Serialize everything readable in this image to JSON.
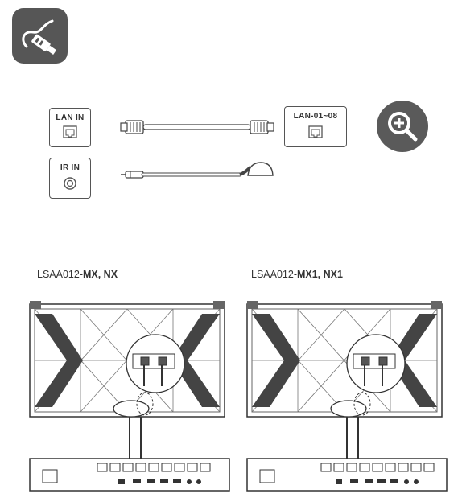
{
  "ports": {
    "lan_in": "LAN IN",
    "lan_out": "LAN-01~08",
    "ir_in": "IR IN"
  },
  "icons": {
    "badge": "cable-icon",
    "zoom": "zoom-in-icon"
  },
  "models": [
    {
      "prefix": "LSAA012-",
      "suffix": "MX, NX"
    },
    {
      "prefix": "LSAA012-",
      "suffix": "MX1, NX1"
    }
  ],
  "colors": {
    "badge": "#565656",
    "zoom_button": "#5a5a5a"
  }
}
